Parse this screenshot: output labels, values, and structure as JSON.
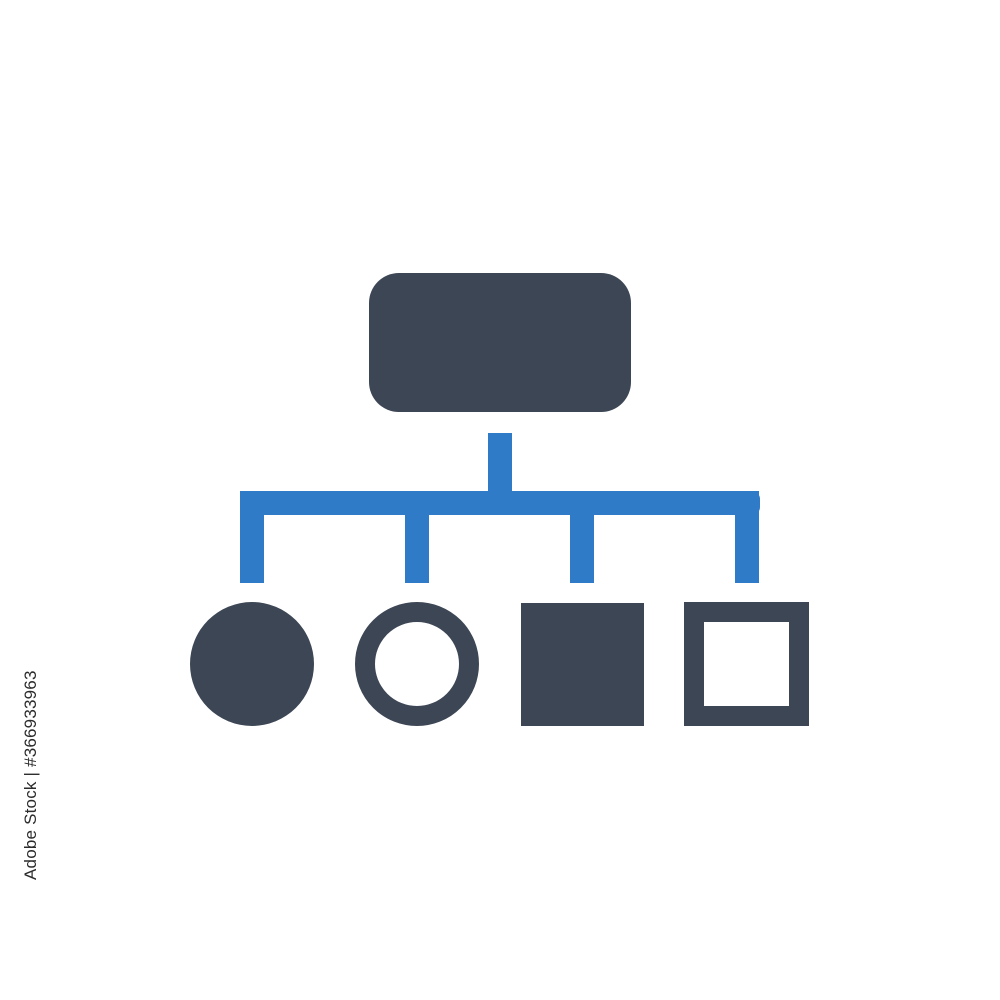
{
  "icon": {
    "name": "hierarchy-structure-icon",
    "colors": {
      "dark": "#3c4654",
      "accent": "#2f7bc8",
      "background": "#ffffff"
    },
    "top_node": "rounded-rectangle",
    "child_nodes": [
      "filled-circle",
      "outline-circle",
      "filled-square",
      "outline-square"
    ]
  },
  "watermark": {
    "text": "Adobe Stock"
  },
  "stock_id": "Adobe Stock | #366933963"
}
